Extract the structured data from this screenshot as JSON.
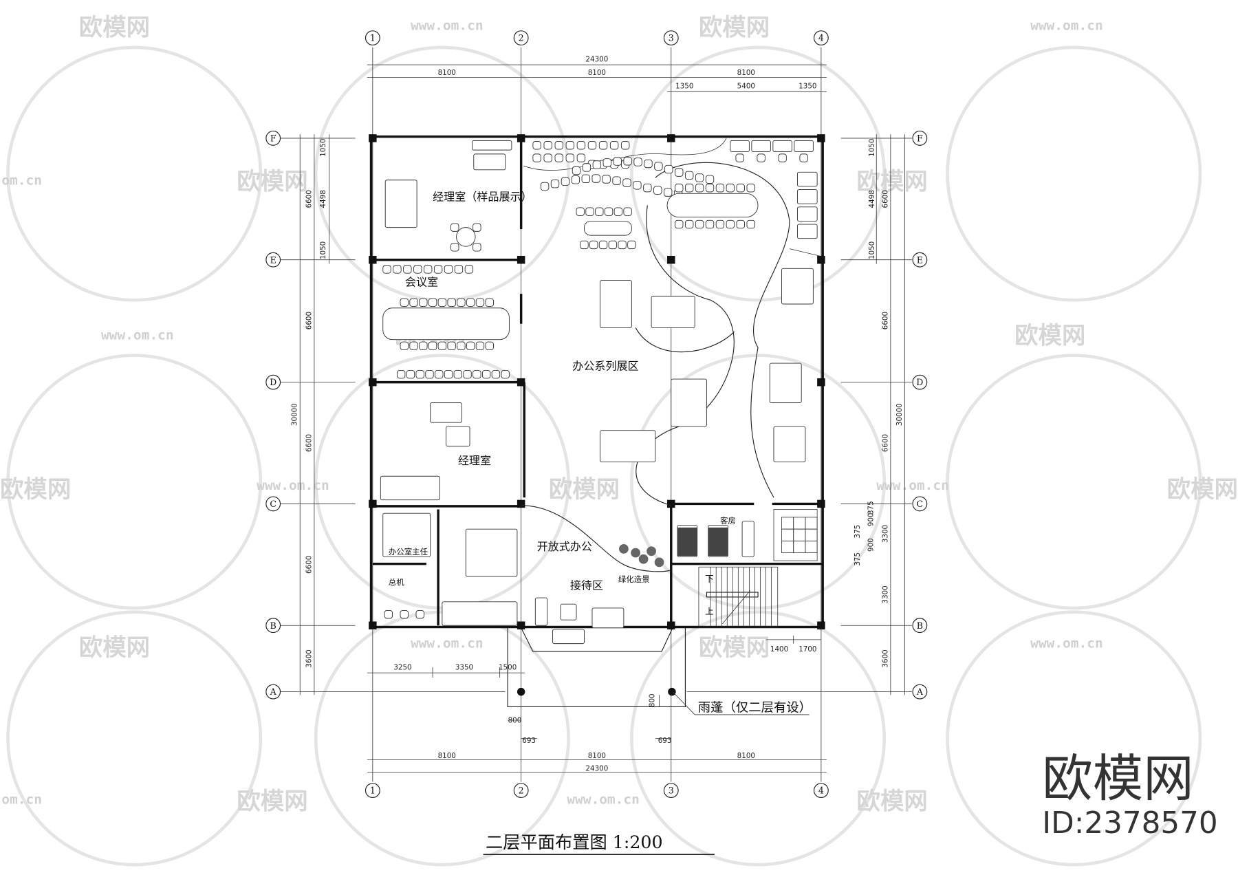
{
  "drawing": {
    "title": "二层平面布置图  1:200",
    "logo_text": "欧模网",
    "id_label": "ID:2378570",
    "watermark_text": "欧模网",
    "watermark_url": "www.om.cn",
    "watermark_url_short": "om.cn"
  },
  "axes": {
    "columns": [
      "1",
      "2",
      "3",
      "4"
    ],
    "rows": [
      "F",
      "E",
      "D",
      "C",
      "B",
      "A"
    ]
  },
  "dimensions": {
    "top_total": "24300",
    "top_bays": [
      "8100",
      "8100",
      "8100"
    ],
    "top_sub": [
      "1350",
      "5400",
      "1350"
    ],
    "bottom_bays": [
      "8100",
      "8100",
      "8100"
    ],
    "bottom_total": "24300",
    "bottom_interior": [
      "3250",
      "3350",
      "1500"
    ],
    "bottom_canopy": [
      "800",
      "693",
      "693",
      "800"
    ],
    "stair": [
      "1400",
      "1700"
    ],
    "left_total": "30000",
    "left_bays": [
      "6600",
      "6600",
      "6600",
      "6600",
      "3600"
    ],
    "left_sub": [
      "1050",
      "4498",
      "1050"
    ],
    "right_total": "30000",
    "right_bays": [
      "6600",
      "6600",
      "6600",
      "3300",
      "3300",
      "3600"
    ],
    "right_sub": [
      "1050",
      "4498",
      "1050"
    ],
    "right_wc": [
      "375",
      "900",
      "375",
      "900",
      "375"
    ]
  },
  "rooms": {
    "manager_sample": "经理室（样品展示）",
    "meeting": "会议室",
    "manager": "经理室",
    "exhibition": "办公系列展区",
    "office_director": "办公室主任",
    "switchboard": "总机",
    "open_office": "开放式办公",
    "reception": "接待区",
    "greenery": "绿化造景",
    "guest_room": "客房",
    "stair_down": "下",
    "stair_up": "上",
    "canopy": "雨蓬（仅二层有设）"
  }
}
